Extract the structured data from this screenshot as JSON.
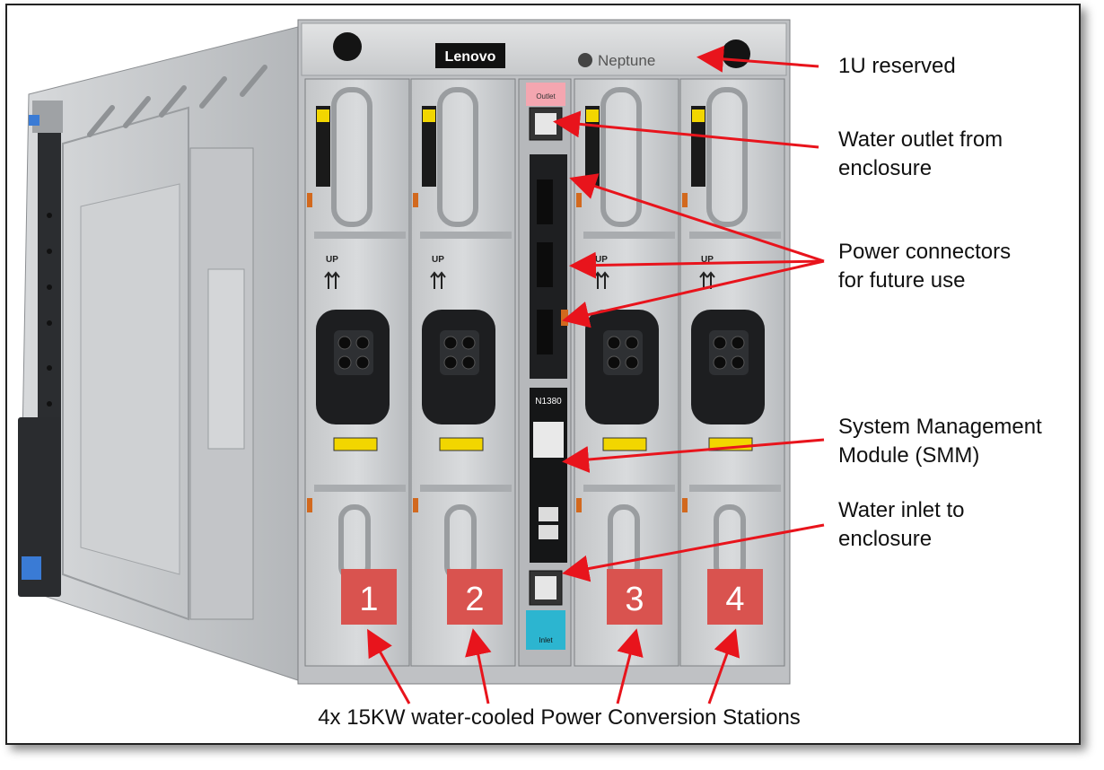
{
  "brand": {
    "lenovo_logo": "Lenovo",
    "neptune_logo": "Neptune"
  },
  "callouts": {
    "reserved": "1U reserved",
    "water_outlet_line1": "Water outlet from",
    "water_outlet_line2": "enclosure",
    "power_connectors_line1": "Power connectors",
    "power_connectors_line2": "for future use",
    "smm_line1": "System Management",
    "smm_line2": "Module (SMM)",
    "water_inlet_line1": "Water inlet to",
    "water_inlet_line2": "enclosure"
  },
  "caption": "4x 15KW water-cooled Power Conversion Stations",
  "psu_labels": [
    "1",
    "2",
    "3",
    "4"
  ],
  "psu_up_text": "UP",
  "smm_panel": {
    "model": "N1380",
    "outlet_tag": "Outlet",
    "inlet_tag": "Inlet"
  },
  "colors": {
    "badge_red": "#d9534f",
    "arrow_red": "#e8141c",
    "outlet_pink": "#f4a6b0",
    "inlet_blue": "#2cb5d0",
    "chassis_silver": "#c9cbcd"
  }
}
